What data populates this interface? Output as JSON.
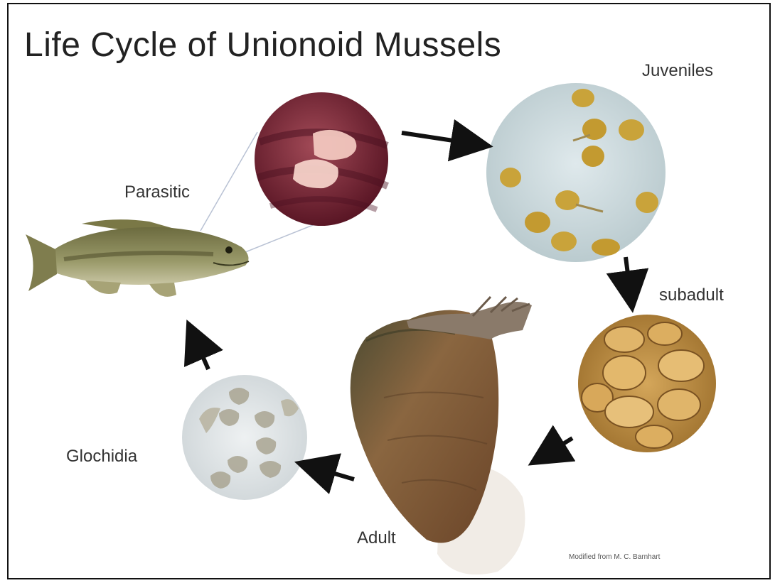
{
  "diagram": {
    "title": "Life Cycle of Unionoid Mussels",
    "stages": {
      "juveniles": "Juveniles",
      "subadult": "subadult",
      "adult": "Adult",
      "glochidia": "Glochidia",
      "parasitic": "Parasitic"
    },
    "credit": "Modified from M. C. Barnhart"
  },
  "colors": {
    "arrow": "#111111",
    "parasitic_circle": "#6e1f2e",
    "juvenile_circle": "#c9d8dc",
    "juvenile": "#c9a33a",
    "subadult_circle": "#b98a3c",
    "adult_shell": "#7a5433",
    "adult_foot": "#efe9e2",
    "glochidia_circle": "#d7dde0",
    "fish_body": "#8a8a5a"
  },
  "icons": [
    "arrow-icon"
  ]
}
